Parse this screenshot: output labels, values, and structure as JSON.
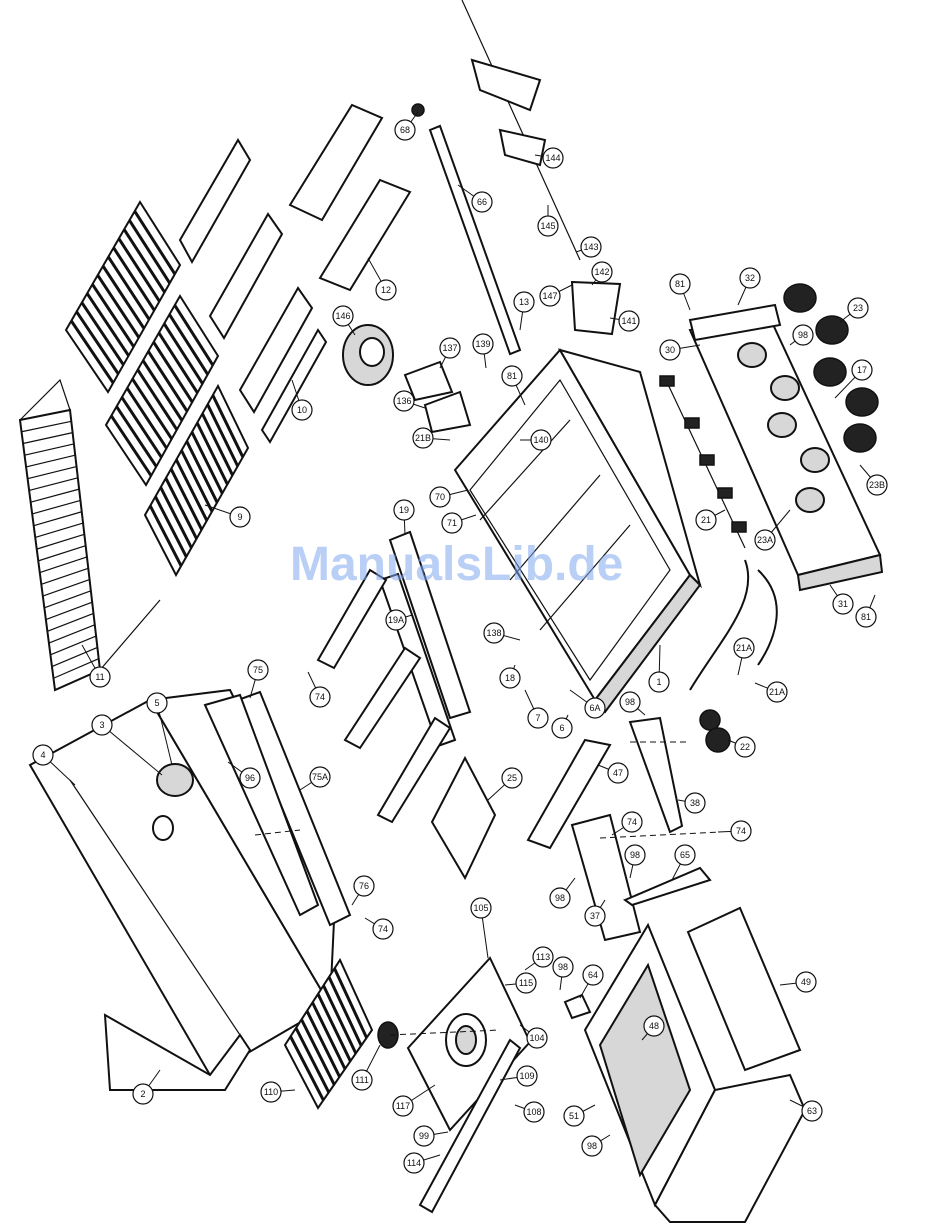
{
  "watermark": "ManualsLib.de",
  "callouts": [
    {
      "id": "c68",
      "label": "68"
    },
    {
      "id": "c66",
      "label": "66"
    },
    {
      "id": "c12",
      "label": "12"
    },
    {
      "id": "c10",
      "label": "10"
    },
    {
      "id": "c9",
      "label": "9"
    },
    {
      "id": "c11",
      "label": "11"
    },
    {
      "id": "c146",
      "label": "146"
    },
    {
      "id": "c144",
      "label": "144"
    },
    {
      "id": "c145",
      "label": "145"
    },
    {
      "id": "c143",
      "label": "143"
    },
    {
      "id": "c142",
      "label": "142"
    },
    {
      "id": "c147",
      "label": "147"
    },
    {
      "id": "c141",
      "label": "141"
    },
    {
      "id": "c13",
      "label": "13"
    },
    {
      "id": "c81a",
      "label": "81"
    },
    {
      "id": "c32",
      "label": "32"
    },
    {
      "id": "c23",
      "label": "23"
    },
    {
      "id": "c30",
      "label": "30"
    },
    {
      "id": "c98a",
      "label": "98"
    },
    {
      "id": "c17",
      "label": "17"
    },
    {
      "id": "c23b",
      "label": "23B"
    },
    {
      "id": "c137",
      "label": "137"
    },
    {
      "id": "c139",
      "label": "139"
    },
    {
      "id": "c81b",
      "label": "81"
    },
    {
      "id": "c136",
      "label": "136"
    },
    {
      "id": "c21b",
      "label": "21B"
    },
    {
      "id": "c140",
      "label": "140"
    },
    {
      "id": "c70",
      "label": "70"
    },
    {
      "id": "c71",
      "label": "71"
    },
    {
      "id": "c21",
      "label": "21"
    },
    {
      "id": "c23a",
      "label": "23A"
    },
    {
      "id": "c31",
      "label": "31"
    },
    {
      "id": "c81c",
      "label": "81"
    },
    {
      "id": "c19",
      "label": "19"
    },
    {
      "id": "c19a",
      "label": "19A"
    },
    {
      "id": "c138",
      "label": "138"
    },
    {
      "id": "c18",
      "label": "18"
    },
    {
      "id": "c7",
      "label": "7"
    },
    {
      "id": "c6",
      "label": "6"
    },
    {
      "id": "c6a",
      "label": "6A"
    },
    {
      "id": "c1",
      "label": "1"
    },
    {
      "id": "c21a1",
      "label": "21A"
    },
    {
      "id": "c21a2",
      "label": "21A"
    },
    {
      "id": "c22",
      "label": "22"
    },
    {
      "id": "c98b",
      "label": "98"
    },
    {
      "id": "c75",
      "label": "75"
    },
    {
      "id": "c74a",
      "label": "74"
    },
    {
      "id": "c5",
      "label": "5"
    },
    {
      "id": "c3",
      "label": "3"
    },
    {
      "id": "c4",
      "label": "4"
    },
    {
      "id": "c96",
      "label": "96"
    },
    {
      "id": "c75a",
      "label": "75A"
    },
    {
      "id": "c25",
      "label": "25"
    },
    {
      "id": "c47",
      "label": "47"
    },
    {
      "id": "c38",
      "label": "38"
    },
    {
      "id": "c74b",
      "label": "74"
    },
    {
      "id": "c74c",
      "label": "74"
    },
    {
      "id": "c98c",
      "label": "98"
    },
    {
      "id": "c65",
      "label": "65"
    },
    {
      "id": "c98d",
      "label": "98"
    },
    {
      "id": "c37",
      "label": "37"
    },
    {
      "id": "c76",
      "label": "76"
    },
    {
      "id": "c74d",
      "label": "74"
    },
    {
      "id": "c105",
      "label": "105"
    },
    {
      "id": "c113",
      "label": "113"
    },
    {
      "id": "c115",
      "label": "115"
    },
    {
      "id": "c98e",
      "label": "98"
    },
    {
      "id": "c64",
      "label": "64"
    },
    {
      "id": "c104",
      "label": "104"
    },
    {
      "id": "c49",
      "label": "49"
    },
    {
      "id": "c48",
      "label": "48"
    },
    {
      "id": "c2",
      "label": "2"
    },
    {
      "id": "c110",
      "label": "110"
    },
    {
      "id": "c111",
      "label": "111"
    },
    {
      "id": "c117",
      "label": "117"
    },
    {
      "id": "c109",
      "label": "109"
    },
    {
      "id": "c108",
      "label": "108"
    },
    {
      "id": "c99",
      "label": "99"
    },
    {
      "id": "c114",
      "label": "114"
    },
    {
      "id": "c51",
      "label": "51"
    },
    {
      "id": "c98f",
      "label": "98"
    },
    {
      "id": "c63",
      "label": "63"
    }
  ]
}
